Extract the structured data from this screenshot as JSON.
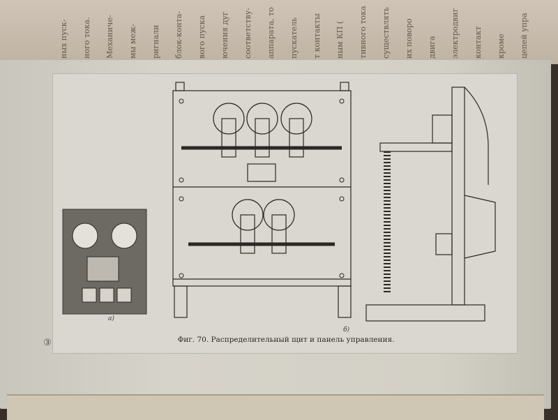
{
  "top_page_fragments": [
    "ных пуск-",
    "ного тока.",
    "Механиче-",
    "мы меж-",
    "ригнали",
    "блок-конта-",
    "вого пуска",
    "ючения дуг",
    "соответству-",
    "аппарата, то",
    "пускатель",
    "т контакты",
    "ным КП (",
    "тивного тока",
    "существлять",
    "их поворо",
    "двига",
    "электродвиг",
    "контакт",
    "кроме",
    "цепей упра"
  ],
  "figure": {
    "label_a": "а)",
    "label_b": "б)",
    "caption": "Фиг. 70. Распределительный щит и панель управления."
  },
  "page_marker": "③"
}
